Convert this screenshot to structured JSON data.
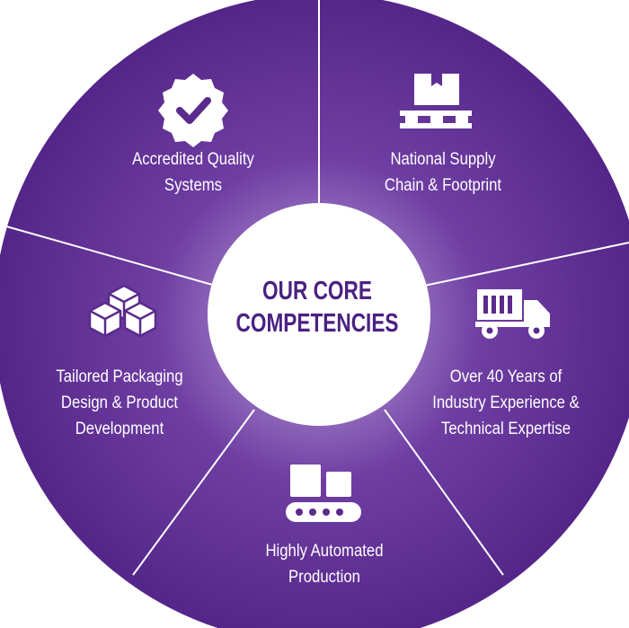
{
  "center": {
    "line1": "OUR CORE",
    "line2": "COMPETENCIES"
  },
  "segments": [
    {
      "icon": "badge-check-icon",
      "line1": "Accredited Quality",
      "line2": "Systems"
    },
    {
      "icon": "pallet-box-icon",
      "line1": "National Supply",
      "line2": "Chain & Footprint"
    },
    {
      "icon": "container-truck-icon",
      "line1": "Over 40 Years of",
      "line2": "Industry Experience &",
      "line3": "Technical Expertise"
    },
    {
      "icon": "conveyor-belt-icon",
      "line1": "Highly Automated",
      "line2": "Production"
    },
    {
      "icon": "stacked-boxes-icon",
      "line1": "Tailored Packaging",
      "line2": "Design & Product",
      "line3": "Development"
    }
  ],
  "colors": {
    "outer": "#5a2a8c",
    "inner": "#b89bd6",
    "center_text": "#4b2182",
    "divider": "#ffffff"
  }
}
